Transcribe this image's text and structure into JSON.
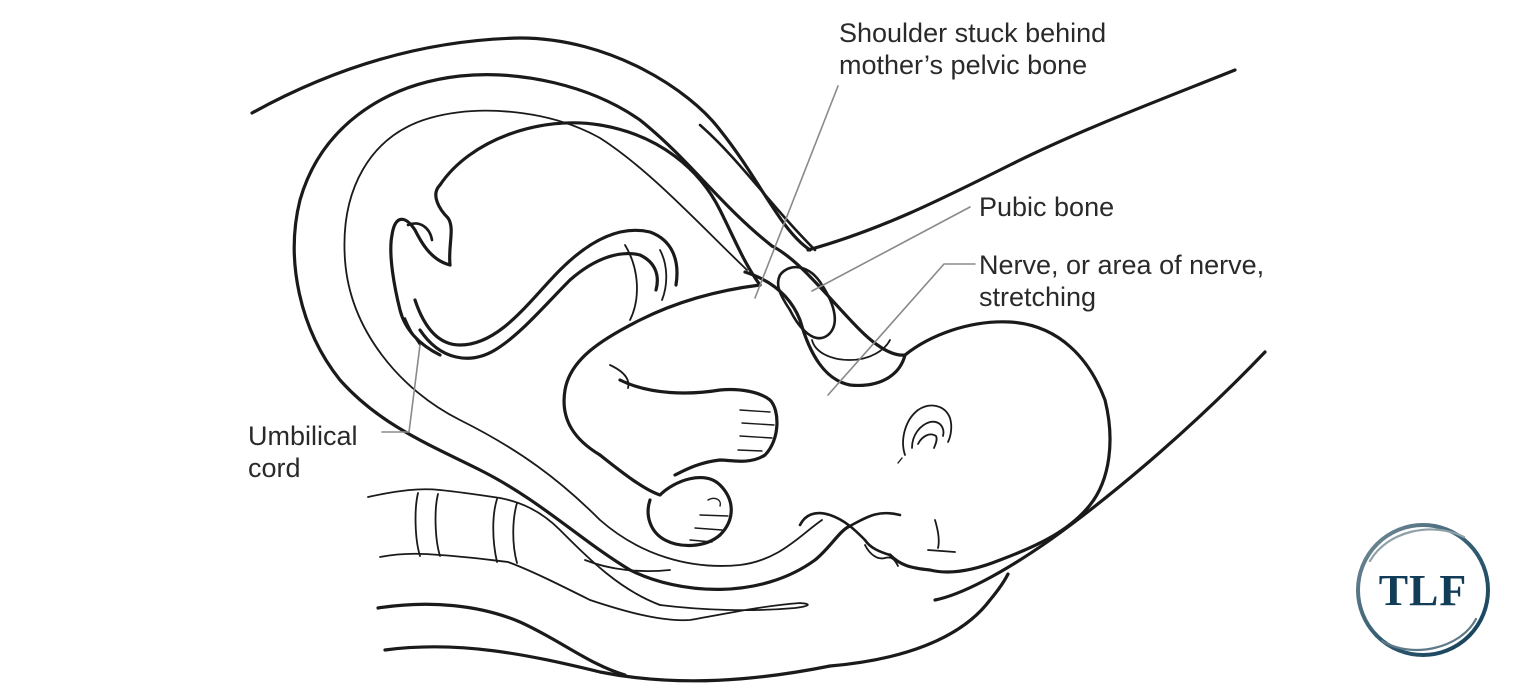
{
  "figure": {
    "subject": "Shoulder dystocia during childbirth",
    "style": "black line drawing on white",
    "labels": {
      "shoulder": {
        "line1": "Shoulder stuck behind",
        "line2": "mother’s pelvic bone"
      },
      "pubic_bone": {
        "line1": "Pubic bone"
      },
      "nerve": {
        "line1": "Nerve, or area of nerve,",
        "line2": "stretching"
      },
      "umbilical_cord": {
        "line1": "Umbilical",
        "line2": "cord"
      }
    },
    "colors": {
      "line": "#1a1a1a",
      "leader": "#8a8a8a",
      "label_text": "#2a2a2a",
      "background": "#ffffff"
    }
  },
  "logo": {
    "text": "TLF",
    "color_primary": "#123d58",
    "color_ring_light": "#6f8590"
  }
}
